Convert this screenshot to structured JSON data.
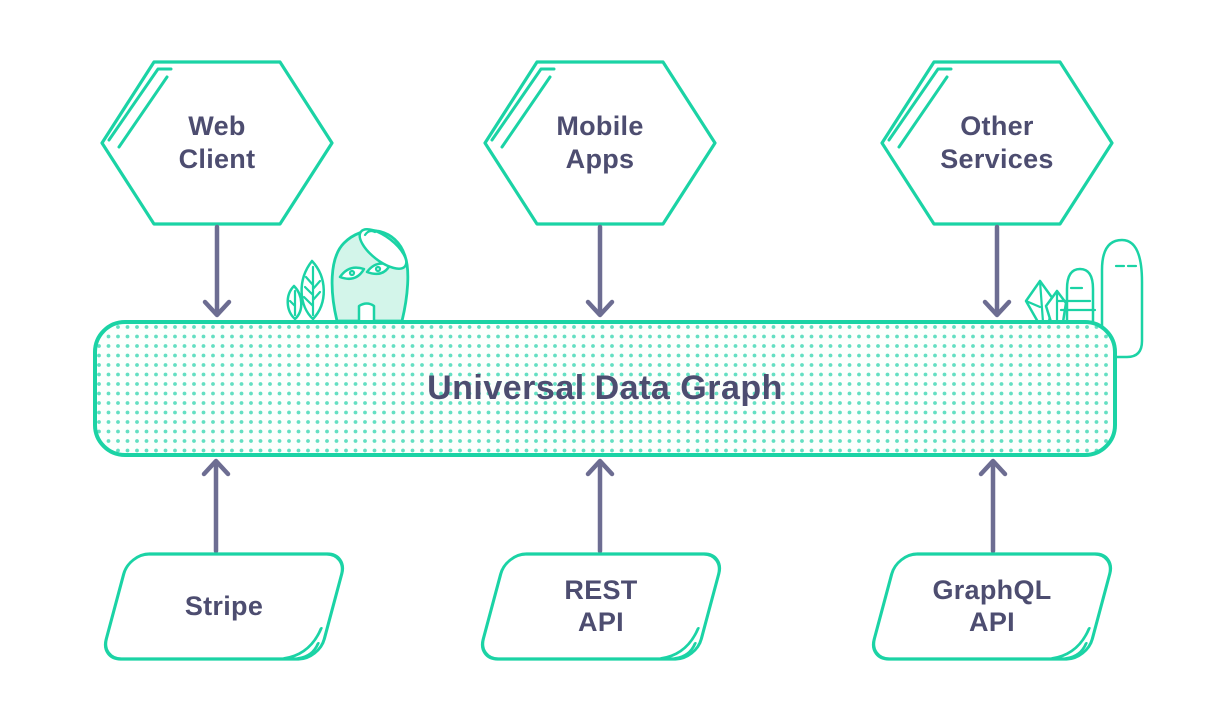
{
  "diagram": {
    "title": "Universal Data Graph",
    "clients": [
      {
        "name": "Web Client",
        "lines": [
          "Web",
          "Client"
        ]
      },
      {
        "name": "Mobile Apps",
        "lines": [
          "Mobile",
          "Apps"
        ]
      },
      {
        "name": "Other Services",
        "lines": [
          "Other",
          "Services"
        ]
      }
    ],
    "backends": [
      {
        "name": "Stripe",
        "lines": [
          "Stripe"
        ]
      },
      {
        "name": "REST API",
        "lines": [
          "REST",
          "API"
        ]
      },
      {
        "name": "GraphQL API",
        "lines": [
          "GraphQL",
          "API"
        ]
      }
    ],
    "icons": {
      "left_of_bar": [
        "leaf-plant-icon",
        "ghost-mascot-icon",
        "halo-icon"
      ],
      "right_of_bar": [
        "crystal-cluster-icon",
        "small-hill-icon",
        "tall-hill-icon"
      ]
    },
    "colors": {
      "stroke_teal": "#1bd3a5",
      "mint_fill": "#d3f5ea",
      "dot_teal": "#63dfc2",
      "text_ink": "#4d4d70",
      "arrow_slate": "#6d6d92",
      "background": "#ffffff"
    }
  }
}
